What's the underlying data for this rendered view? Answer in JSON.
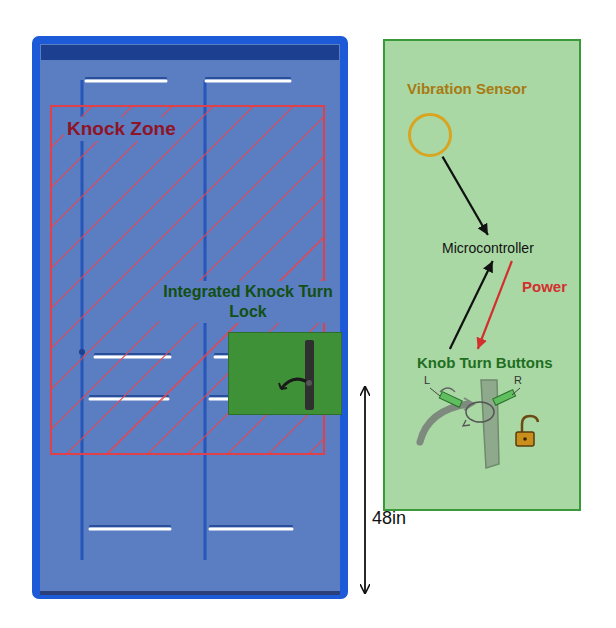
{
  "diagram": {
    "nodes": [
      {
        "text": [
          "Knock Zone"
        ]
      },
      {
        "text": [
          "Integrated Knock Turn Lock"
        ]
      },
      {
        "text": [
          "Vibration Sensor"
        ]
      },
      {
        "text": [
          "Microcontroller"
        ]
      },
      {
        "text": [
          "Knob Turn Buttons"
        ]
      }
    ],
    "edges": [
      {
        "from": 2,
        "to": 3,
        "arrow": "to"
      },
      {
        "from": 4,
        "to": 3,
        "arrow": "to"
      },
      {
        "from": 3,
        "to": 4,
        "label": "Power",
        "arrow": "to"
      }
    ],
    "labels": [
      "48in",
      "L",
      "R"
    ]
  }
}
